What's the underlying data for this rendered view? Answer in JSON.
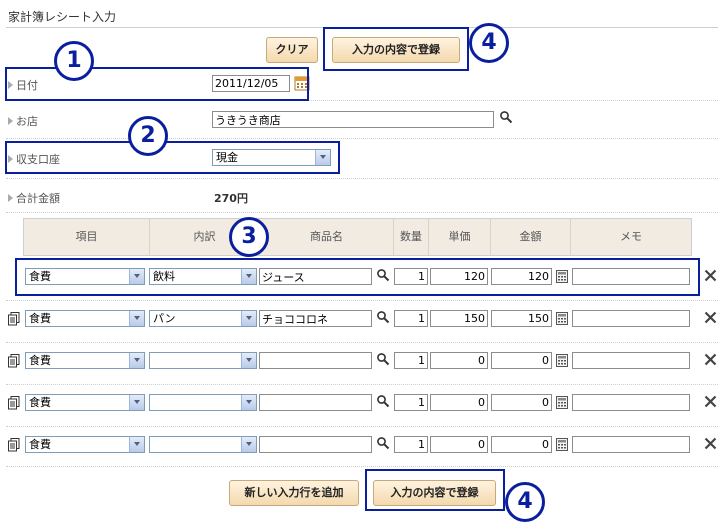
{
  "page": {
    "title": "家計簿レシート入力"
  },
  "buttons": {
    "clear": "クリア",
    "register": "入力の内容で登録",
    "add_row": "新しい入力行を追加"
  },
  "fields": {
    "date": {
      "label": "日付",
      "value": "2011/12/05"
    },
    "shop": {
      "label": "お店",
      "value": "うきうき商店"
    },
    "account": {
      "label": "収支口座",
      "value": "現金"
    },
    "total": {
      "label": "合計金額",
      "value": "270円"
    }
  },
  "table": {
    "headers": [
      "項目",
      "内訳",
      "商品名",
      "数量",
      "単価",
      "金額",
      "メモ"
    ],
    "rows": [
      {
        "category": "食費",
        "sub": "飲料",
        "item": "ジュース",
        "qty": "1",
        "price": "120",
        "amount": "120",
        "memo": ""
      },
      {
        "category": "食費",
        "sub": "パン",
        "item": "チョココロネ",
        "qty": "1",
        "price": "150",
        "amount": "150",
        "memo": ""
      },
      {
        "category": "食費",
        "sub": "",
        "item": "",
        "qty": "1",
        "price": "0",
        "amount": "0",
        "memo": ""
      },
      {
        "category": "食費",
        "sub": "",
        "item": "",
        "qty": "1",
        "price": "0",
        "amount": "0",
        "memo": ""
      },
      {
        "category": "食費",
        "sub": "",
        "item": "",
        "qty": "1",
        "price": "0",
        "amount": "0",
        "memo": ""
      }
    ]
  },
  "callouts": [
    "1",
    "2",
    "3",
    "4",
    "4"
  ],
  "colors": {
    "callout": "#0a1f9e",
    "button_bg": "#f3d9ae",
    "header_bg": "#f1ebe1"
  }
}
